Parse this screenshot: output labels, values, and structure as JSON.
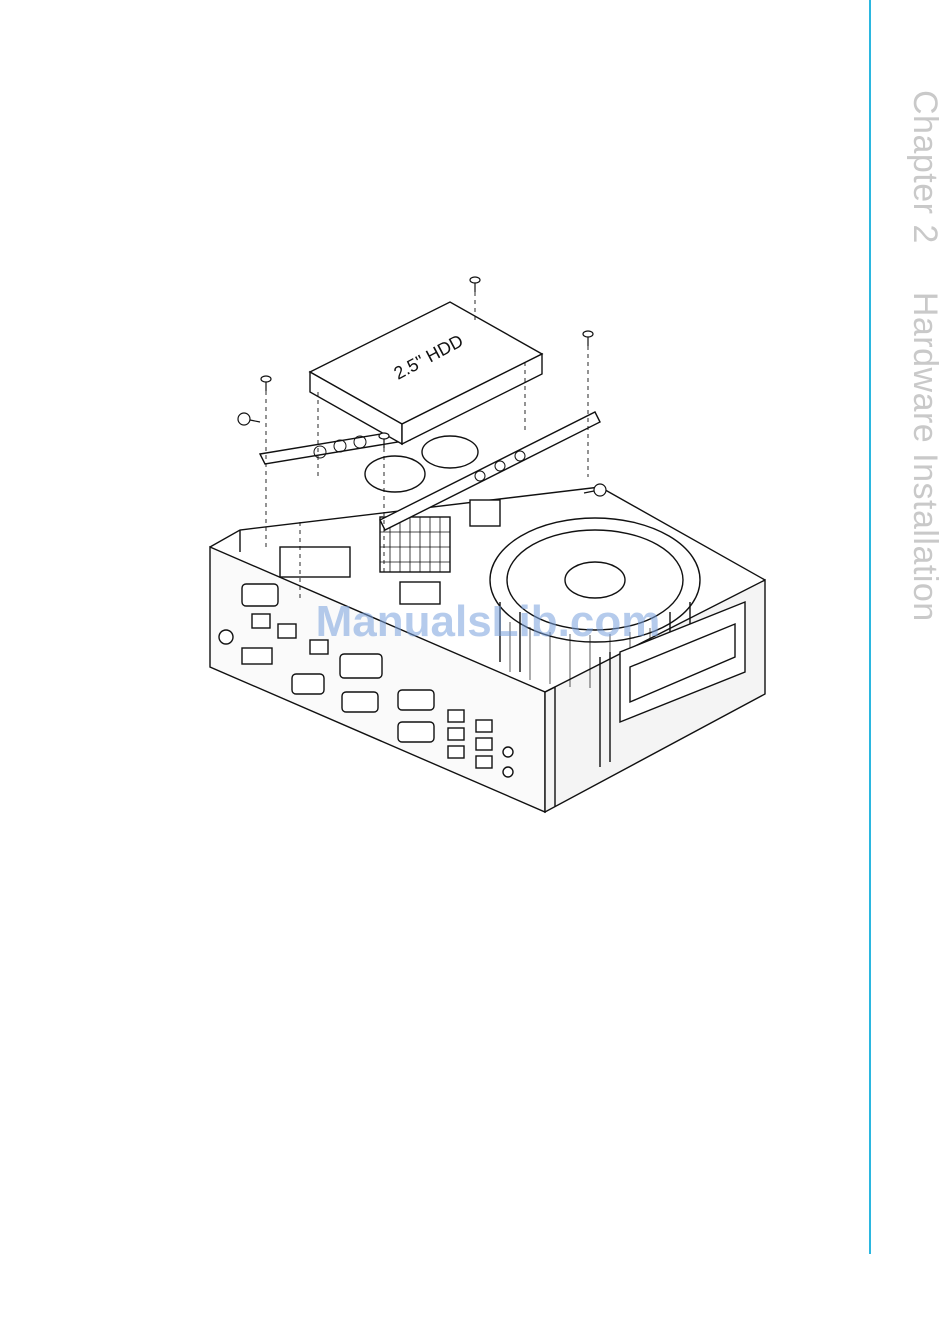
{
  "side_tab": {
    "chapter": "Chapter 2",
    "title": "Hardware Installation",
    "rule_color": "#2bb7e0"
  },
  "figure": {
    "hdd_label": "2.5\" HDD"
  },
  "watermark": "ManualsLib.com"
}
